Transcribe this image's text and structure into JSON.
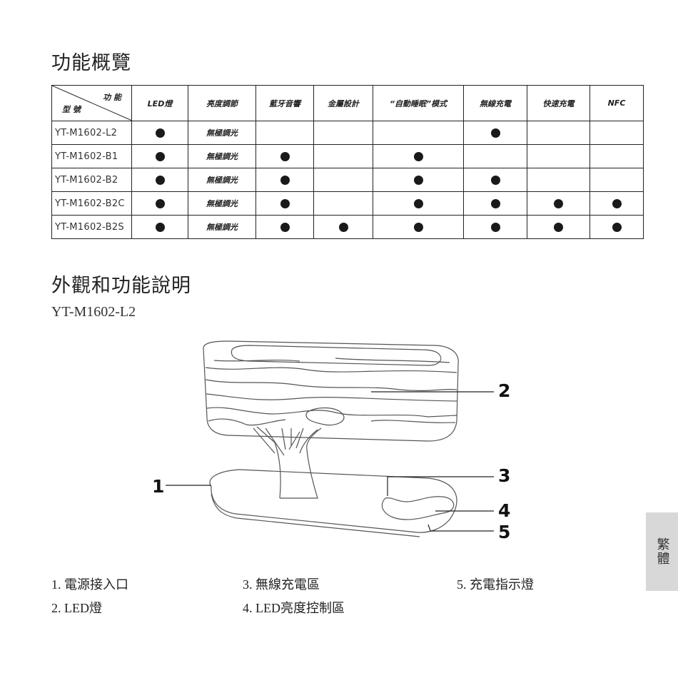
{
  "section1": {
    "title": "功能概覽"
  },
  "table": {
    "corner": {
      "top": "功 能",
      "bottom": "型 號"
    },
    "headers": [
      "LED燈",
      "亮度調節",
      "藍牙音響",
      "金屬設計",
      "“自動睡眠”模式",
      "無線充電",
      "快速充電",
      "NFC"
    ],
    "dimming_text": "無極調光",
    "rows": [
      {
        "model": "YT-M1602-L2",
        "marks": [
          true,
          "dim",
          false,
          false,
          false,
          true,
          false,
          false
        ]
      },
      {
        "model": "YT-M1602-B1",
        "marks": [
          true,
          "dim",
          true,
          false,
          true,
          false,
          false,
          false
        ]
      },
      {
        "model": "YT-M1602-B2",
        "marks": [
          true,
          "dim",
          true,
          false,
          true,
          true,
          false,
          false
        ]
      },
      {
        "model": "YT-M1602-B2C",
        "marks": [
          true,
          "dim",
          true,
          false,
          true,
          true,
          true,
          true
        ]
      },
      {
        "model": "YT-M1602-B2S",
        "marks": [
          true,
          "dim",
          true,
          true,
          true,
          true,
          true,
          true
        ]
      }
    ]
  },
  "section2": {
    "title": "外觀和功能說明",
    "model": "YT-M1602-L2"
  },
  "callouts": [
    "1",
    "2",
    "3",
    "4",
    "5"
  ],
  "parts": {
    "p1": "1. 電源接入口",
    "p2": "2. LED燈",
    "p3": "3. 無線充電區",
    "p4": "4. LED亮度控制區",
    "p5": "5. 充電指示燈"
  },
  "side_tab": "繁體"
}
